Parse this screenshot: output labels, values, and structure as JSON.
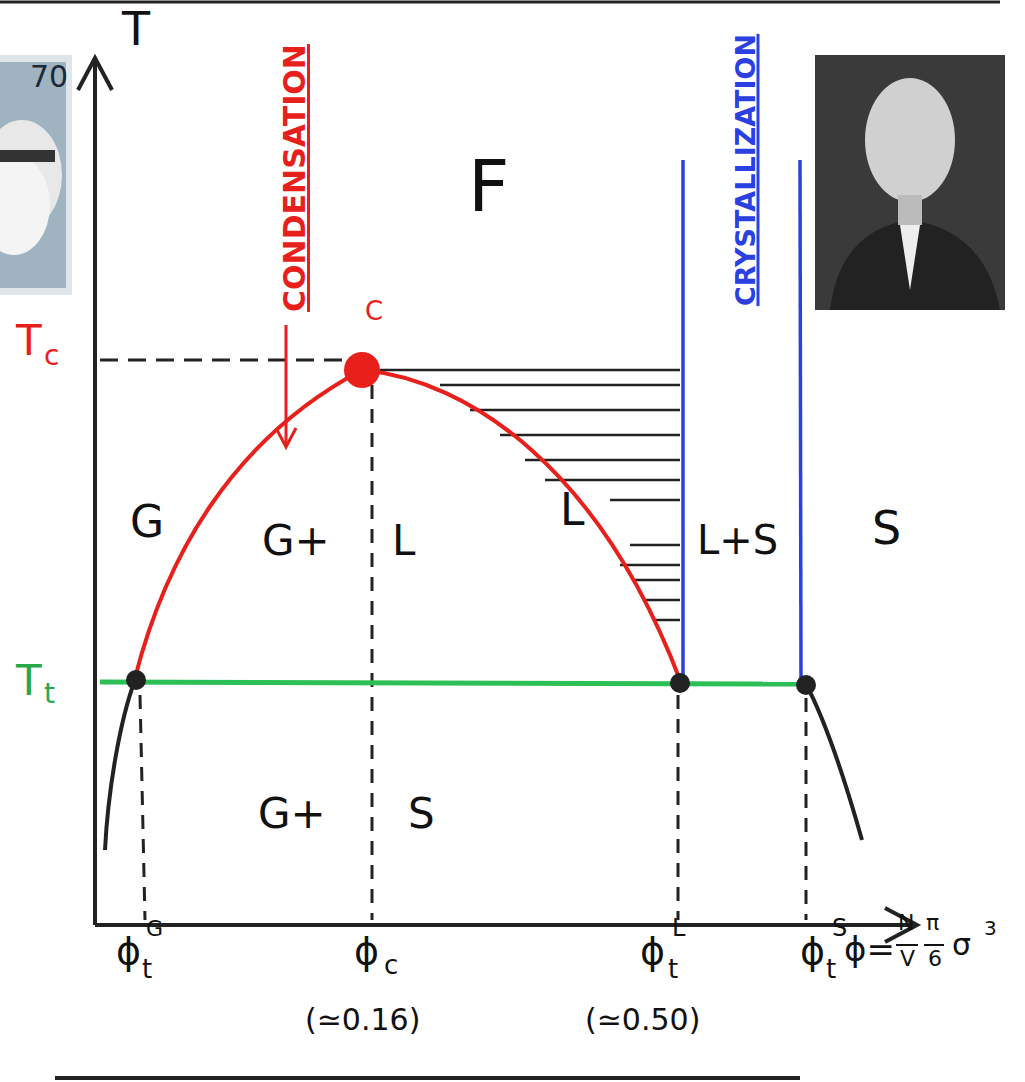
{
  "diagram": {
    "labels": [
      "70",
      "T",
      "F",
      "CONDENSATION",
      "C",
      "CRYSTALLIZATION",
      "T",
      "c",
      "G",
      "G+",
      "L",
      "L",
      "L+S",
      "S",
      "T",
      "t",
      "G+",
      "S",
      "ϕ",
      "G",
      "t",
      "ϕ",
      "c",
      "(≃0.16)",
      "ϕ",
      "L",
      "t",
      "(≃0.50)",
      "ϕ",
      "S",
      "t",
      "ϕ=",
      "N",
      "V",
      "π",
      "6",
      "σ",
      "3"
    ]
  }
}
